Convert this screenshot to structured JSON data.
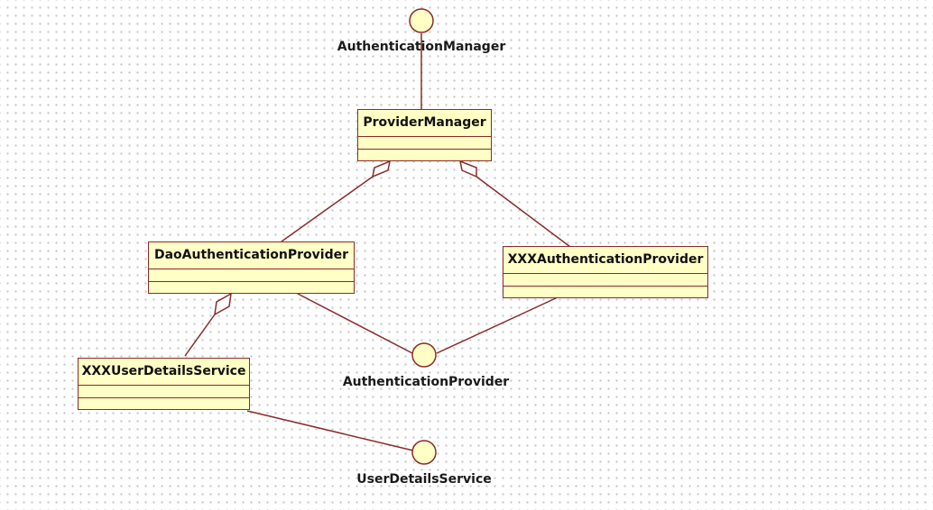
{
  "interfaces": {
    "authentication_manager": "AuthenticationManager",
    "authentication_provider": "AuthenticationProvider",
    "user_details_service": "UserDetailsService"
  },
  "classes": {
    "provider_manager": "ProviderManager",
    "dao_authentication_provider": "DaoAuthenticationProvider",
    "xxx_authentication_provider": "XXXAuthenticationProvider",
    "xxx_user_details_service": "XXXUserDetailsService"
  },
  "colors": {
    "line": "#8b2a2a",
    "class_fill": "#ffffc6",
    "interface_fill": "#ffffc6"
  }
}
